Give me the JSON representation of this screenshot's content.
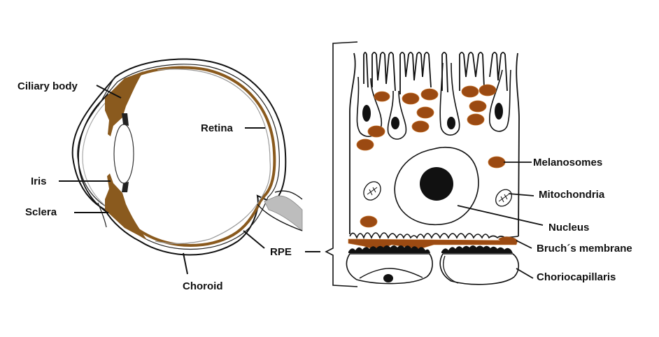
{
  "colors": {
    "pigment": "#8a5a1e",
    "melanosome": "#9b4a12",
    "outline": "#111111",
    "optic_nerve": "#b8b8b8",
    "background": "#ffffff"
  },
  "eye_diagram": {
    "labels": {
      "ciliary_body": "Ciliary body",
      "iris": "Iris",
      "sclera": "Sclera",
      "retina": "Retina",
      "choroid": "Choroid",
      "rpe": "RPE"
    }
  },
  "rpe_diagram": {
    "labels": {
      "melanosomes": "Melanosomes",
      "mitochondria": "Mitochondria",
      "nucleus": "Nucleus",
      "bruchs_membrane": "Bruch´s membrane",
      "choriocapillaris": "Choriocapillaris"
    }
  }
}
